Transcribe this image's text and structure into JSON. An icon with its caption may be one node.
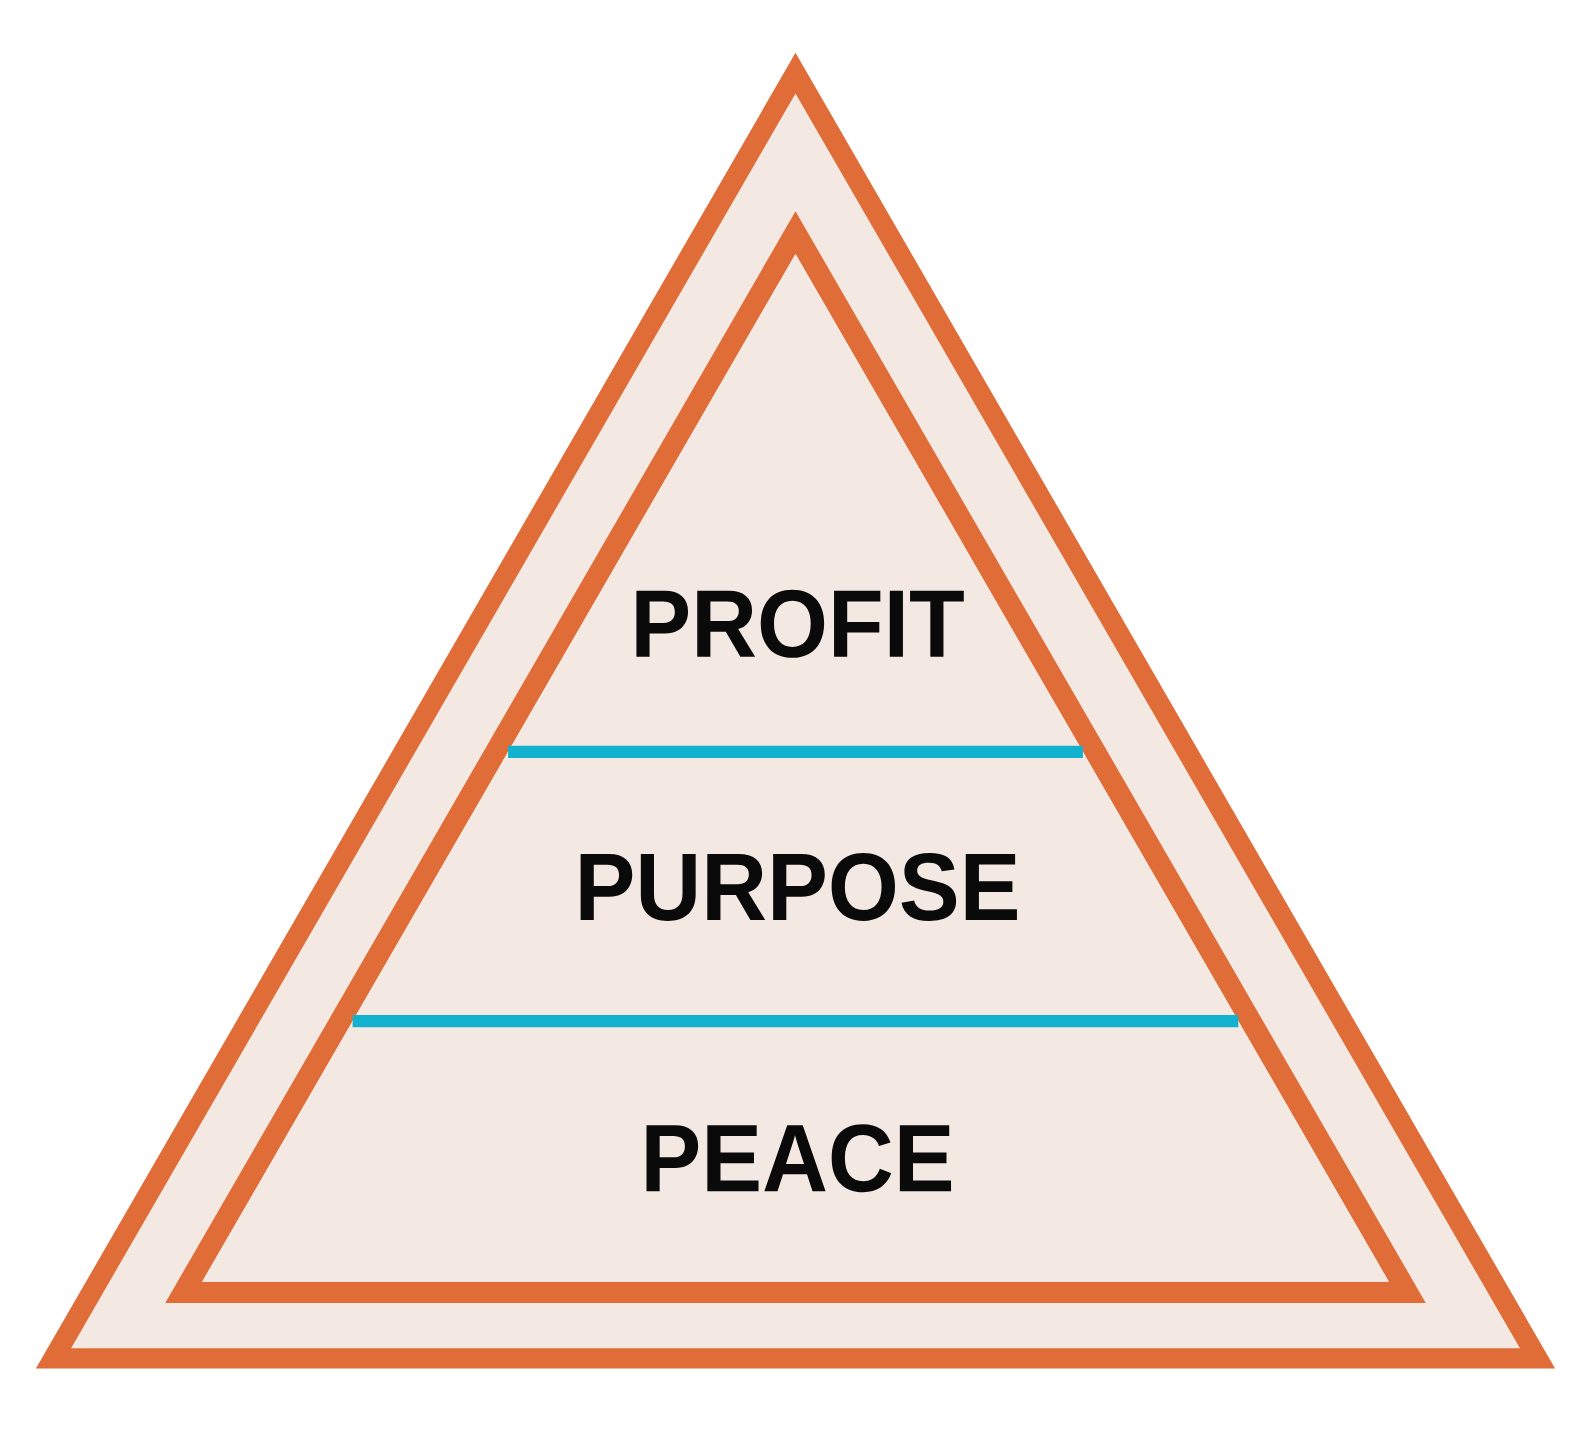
{
  "diagram": {
    "nodes": [
      {
        "text": [],
        "shape": "triangle"
      },
      {
        "text": [],
        "shape": "triangle",
        "in": 0
      },
      {
        "text": [
          "PROFIT"
        ],
        "in": 1
      },
      {
        "text": [
          "PURPOSE"
        ],
        "in": 1
      },
      {
        "text": [
          "PEACE"
        ],
        "in": 1
      }
    ]
  }
}
